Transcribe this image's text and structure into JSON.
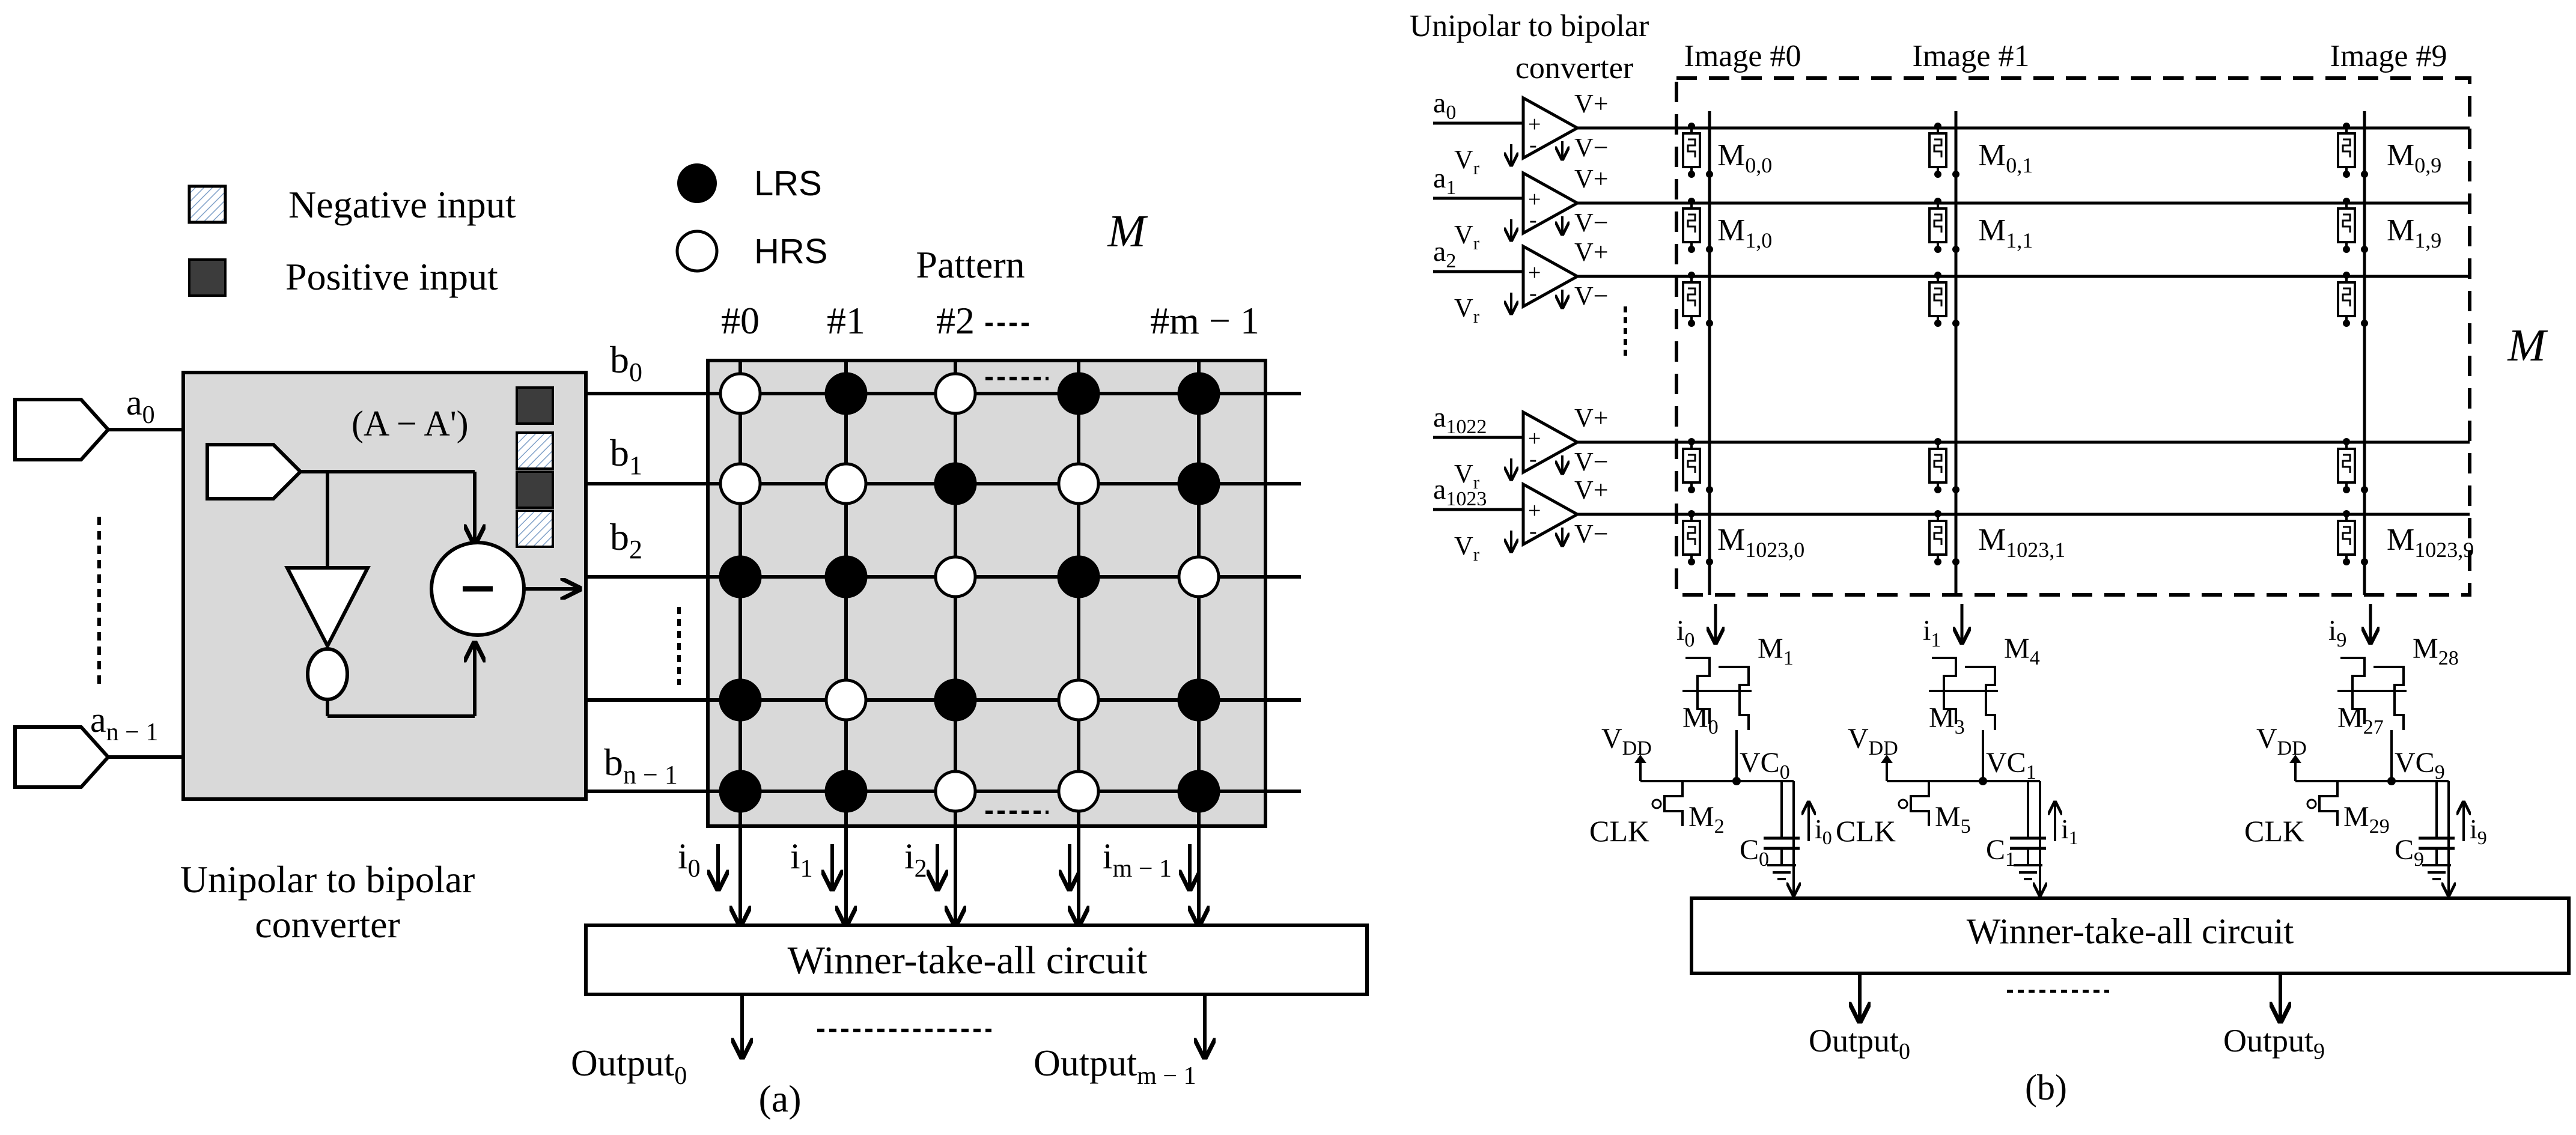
{
  "left": {
    "legend": {
      "negative": "Negative input",
      "positive": "Positive input",
      "lrs": "LRS",
      "hrs": "HRS"
    },
    "inputs": {
      "a0": "a",
      "a0_sub": "0",
      "an": "a",
      "an_sub": "n − 1"
    },
    "rows": [
      {
        "b": "b",
        "sub": "0"
      },
      {
        "b": "b",
        "sub": "1"
      },
      {
        "b": "b",
        "sub": "2"
      },
      {
        "b": "b",
        "sub": "n − 1"
      }
    ],
    "diff_label": "(A − A')",
    "pattern": "Pattern",
    "matrix": "M",
    "cols": [
      "#0",
      "#1",
      "#2",
      "#m − 1"
    ],
    "grid": [
      [
        "HRS",
        "LRS",
        "HRS",
        "LRS",
        "LRS"
      ],
      [
        "HRS",
        "HRS",
        "LRS",
        "HRS",
        "LRS"
      ],
      [
        "LRS",
        "LRS",
        "HRS",
        "LRS",
        "HRS"
      ],
      [
        "LRS",
        "HRS",
        "LRS",
        "HRS",
        "LRS"
      ],
      [
        "LRS",
        "LRS",
        "HRS",
        "HRS",
        "LRS"
      ]
    ],
    "currents": [
      {
        "i": "i",
        "sub": "0"
      },
      {
        "i": "i",
        "sub": "1"
      },
      {
        "i": "i",
        "sub": "2"
      },
      {
        "i": "i",
        "sub": "m − 1"
      }
    ],
    "converter_line1": "Unipolar to bipolar",
    "converter_line2": "converter",
    "wta": "Winner-take-all circuit",
    "out0": "Output",
    "out0_sub": "0",
    "outm": "Output",
    "outm_sub": "m − 1",
    "caption": "(a)"
  },
  "right": {
    "converter_line1": "Unipolar to bipolar",
    "converter_line2": "converter",
    "images": [
      "Image #0",
      "Image #1",
      "Image #9"
    ],
    "matrix": "M",
    "rows": [
      {
        "a": "a",
        "sub": "0"
      },
      {
        "a": "a",
        "sub": "1"
      },
      {
        "a": "a",
        "sub": "2"
      },
      {
        "a": "a",
        "sub": "1022"
      },
      {
        "a": "a",
        "sub": "1023"
      }
    ],
    "opamp": {
      "vplus": "V+",
      "vminus": "V−",
      "vr": "V",
      "vr_sub": "r"
    },
    "mem_labels": [
      [
        "M",
        "0,0",
        "M",
        "0,1",
        "M",
        "0,9"
      ],
      [
        "M",
        "1,0",
        "M",
        "1,1",
        "M",
        "1,9"
      ],
      [
        "M",
        "1023,0",
        "M",
        "1023,1",
        "M",
        "1023,9"
      ]
    ],
    "columns": [
      {
        "i_sub": "0",
        "m_top": "1",
        "m_mir": "0",
        "m_sw": "2",
        "vc_sub": "0",
        "c_sub": "0"
      },
      {
        "i_sub": "1",
        "m_top": "4",
        "m_mir": "3",
        "m_sw": "5",
        "vc_sub": "1",
        "c_sub": "1"
      },
      {
        "i_sub": "9",
        "m_top": "28",
        "m_mir": "27",
        "m_sw": "29",
        "vc_sub": "9",
        "c_sub": "9"
      }
    ],
    "vdd": "V",
    "vdd_sub": "DD",
    "clk": "CLK",
    "wta": "Winner-take-all circuit",
    "out0": "Output",
    "out0_sub": "0",
    "out9": "Output",
    "out9_sub": "9",
    "caption": "(b)"
  }
}
